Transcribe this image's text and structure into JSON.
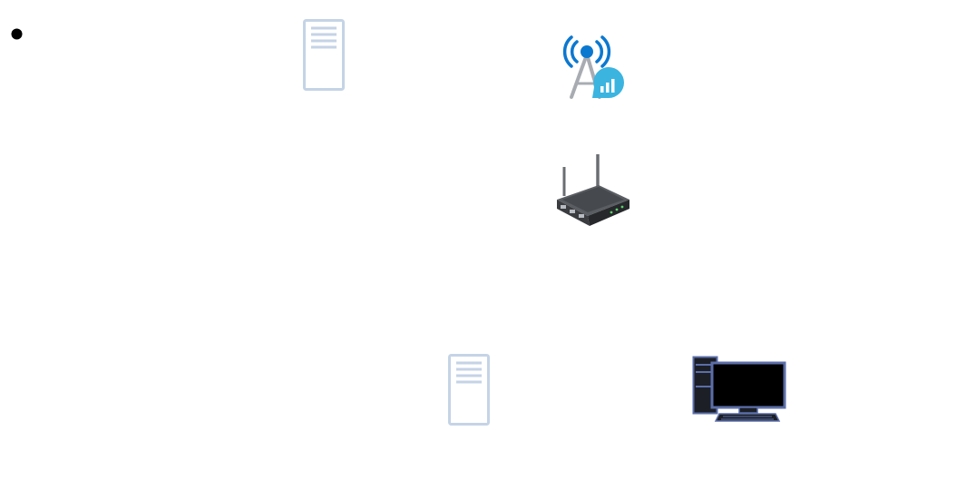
{
  "diagram": {
    "nodes": [
      {
        "id": "bullet",
        "icon": "bullet-dot-icon"
      },
      {
        "id": "server-top",
        "icon": "server-icon"
      },
      {
        "id": "tower",
        "icon": "cell-tower-signal-icon"
      },
      {
        "id": "router",
        "icon": "wireless-router-icon"
      },
      {
        "id": "server-bottom",
        "icon": "server-icon"
      },
      {
        "id": "computer",
        "icon": "desktop-computer-icon"
      }
    ],
    "colors": {
      "server_stroke": "#c5d3e6",
      "tower_blue": "#0b78d0",
      "badge_blue": "#3bb4e0",
      "router_body": "#3b3d40",
      "monitor_stroke": "#5b6ea8",
      "screen": "#000000",
      "bullet": "#000000"
    }
  }
}
